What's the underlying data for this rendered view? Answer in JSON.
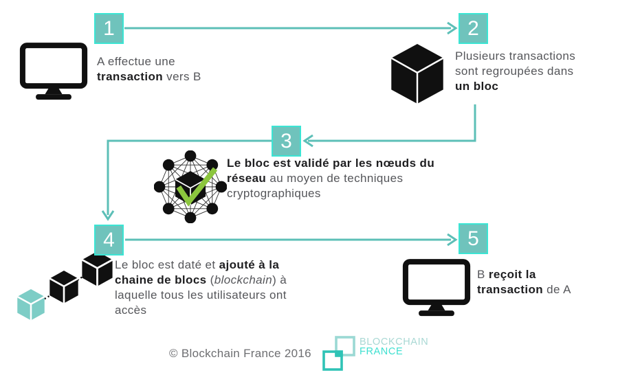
{
  "colors": {
    "step_box_fill": "#6FC3BC",
    "step_box_border": "#3BE5D4",
    "connector_teal": "#5CBFB7",
    "check_green": "#8CC63E",
    "icon_black": "#101010",
    "chain_cube_teal": "#7DCDC6",
    "text_regular": "#55565A",
    "text_bold": "#1E1E20",
    "copyright_gray": "#6D6E71",
    "logo_square_light": "#9BD9D4",
    "logo_square_bright": "#2FC3B6",
    "logo_text_light": "#A9D8D4",
    "logo_text_bright": "#3EE0D0"
  },
  "icons": {
    "step1": "monitor-icon",
    "step2": "block-cube-icon",
    "step3": "network-validated-block-icon",
    "step4": "blockchain-cubes-chain-icon",
    "step5": "monitor-icon"
  },
  "steps": [
    {
      "number": "1",
      "lines": [
        [
          {
            "t": "A effectue une"
          }
        ],
        [
          {
            "t": "transaction",
            "b": true
          },
          {
            "t": " vers B"
          }
        ]
      ]
    },
    {
      "number": "2",
      "lines": [
        [
          {
            "t": "Plusieurs transactions"
          }
        ],
        [
          {
            "t": "sont regroupées dans"
          }
        ],
        [
          {
            "t": "un bloc",
            "b": true
          }
        ]
      ]
    },
    {
      "number": "3",
      "lines": [
        [
          {
            "t": "Le bloc est validé par les nœuds du",
            "b": true
          }
        ],
        [
          {
            "t": "réseau",
            "b": true
          },
          {
            "t": " au moyen de techniques"
          }
        ],
        [
          {
            "t": "cryptographiques"
          }
        ]
      ]
    },
    {
      "number": "4",
      "lines": [
        [
          {
            "t": "Le bloc est daté et "
          },
          {
            "t": "ajouté à la",
            "b": true
          }
        ],
        [
          {
            "t": "chaine de blocs",
            "b": true
          },
          {
            "t": " ("
          },
          {
            "t": "blockchain",
            "i": true
          },
          {
            "t": ") à"
          }
        ],
        [
          {
            "t": "laquelle tous les utilisateurs ont"
          }
        ],
        [
          {
            "t": "accès"
          }
        ]
      ]
    },
    {
      "number": "5",
      "lines": [
        [
          {
            "t": "B "
          },
          {
            "t": "reçoit la",
            "b": true
          }
        ],
        [
          {
            "t": "transaction",
            "b": true
          },
          {
            "t": " de A"
          }
        ]
      ]
    }
  ],
  "footer": {
    "copyright": "© Blockchain France 2016",
    "logo_name_line1": "BLOCKCHAIN",
    "logo_name_line2": "FRANCE"
  }
}
